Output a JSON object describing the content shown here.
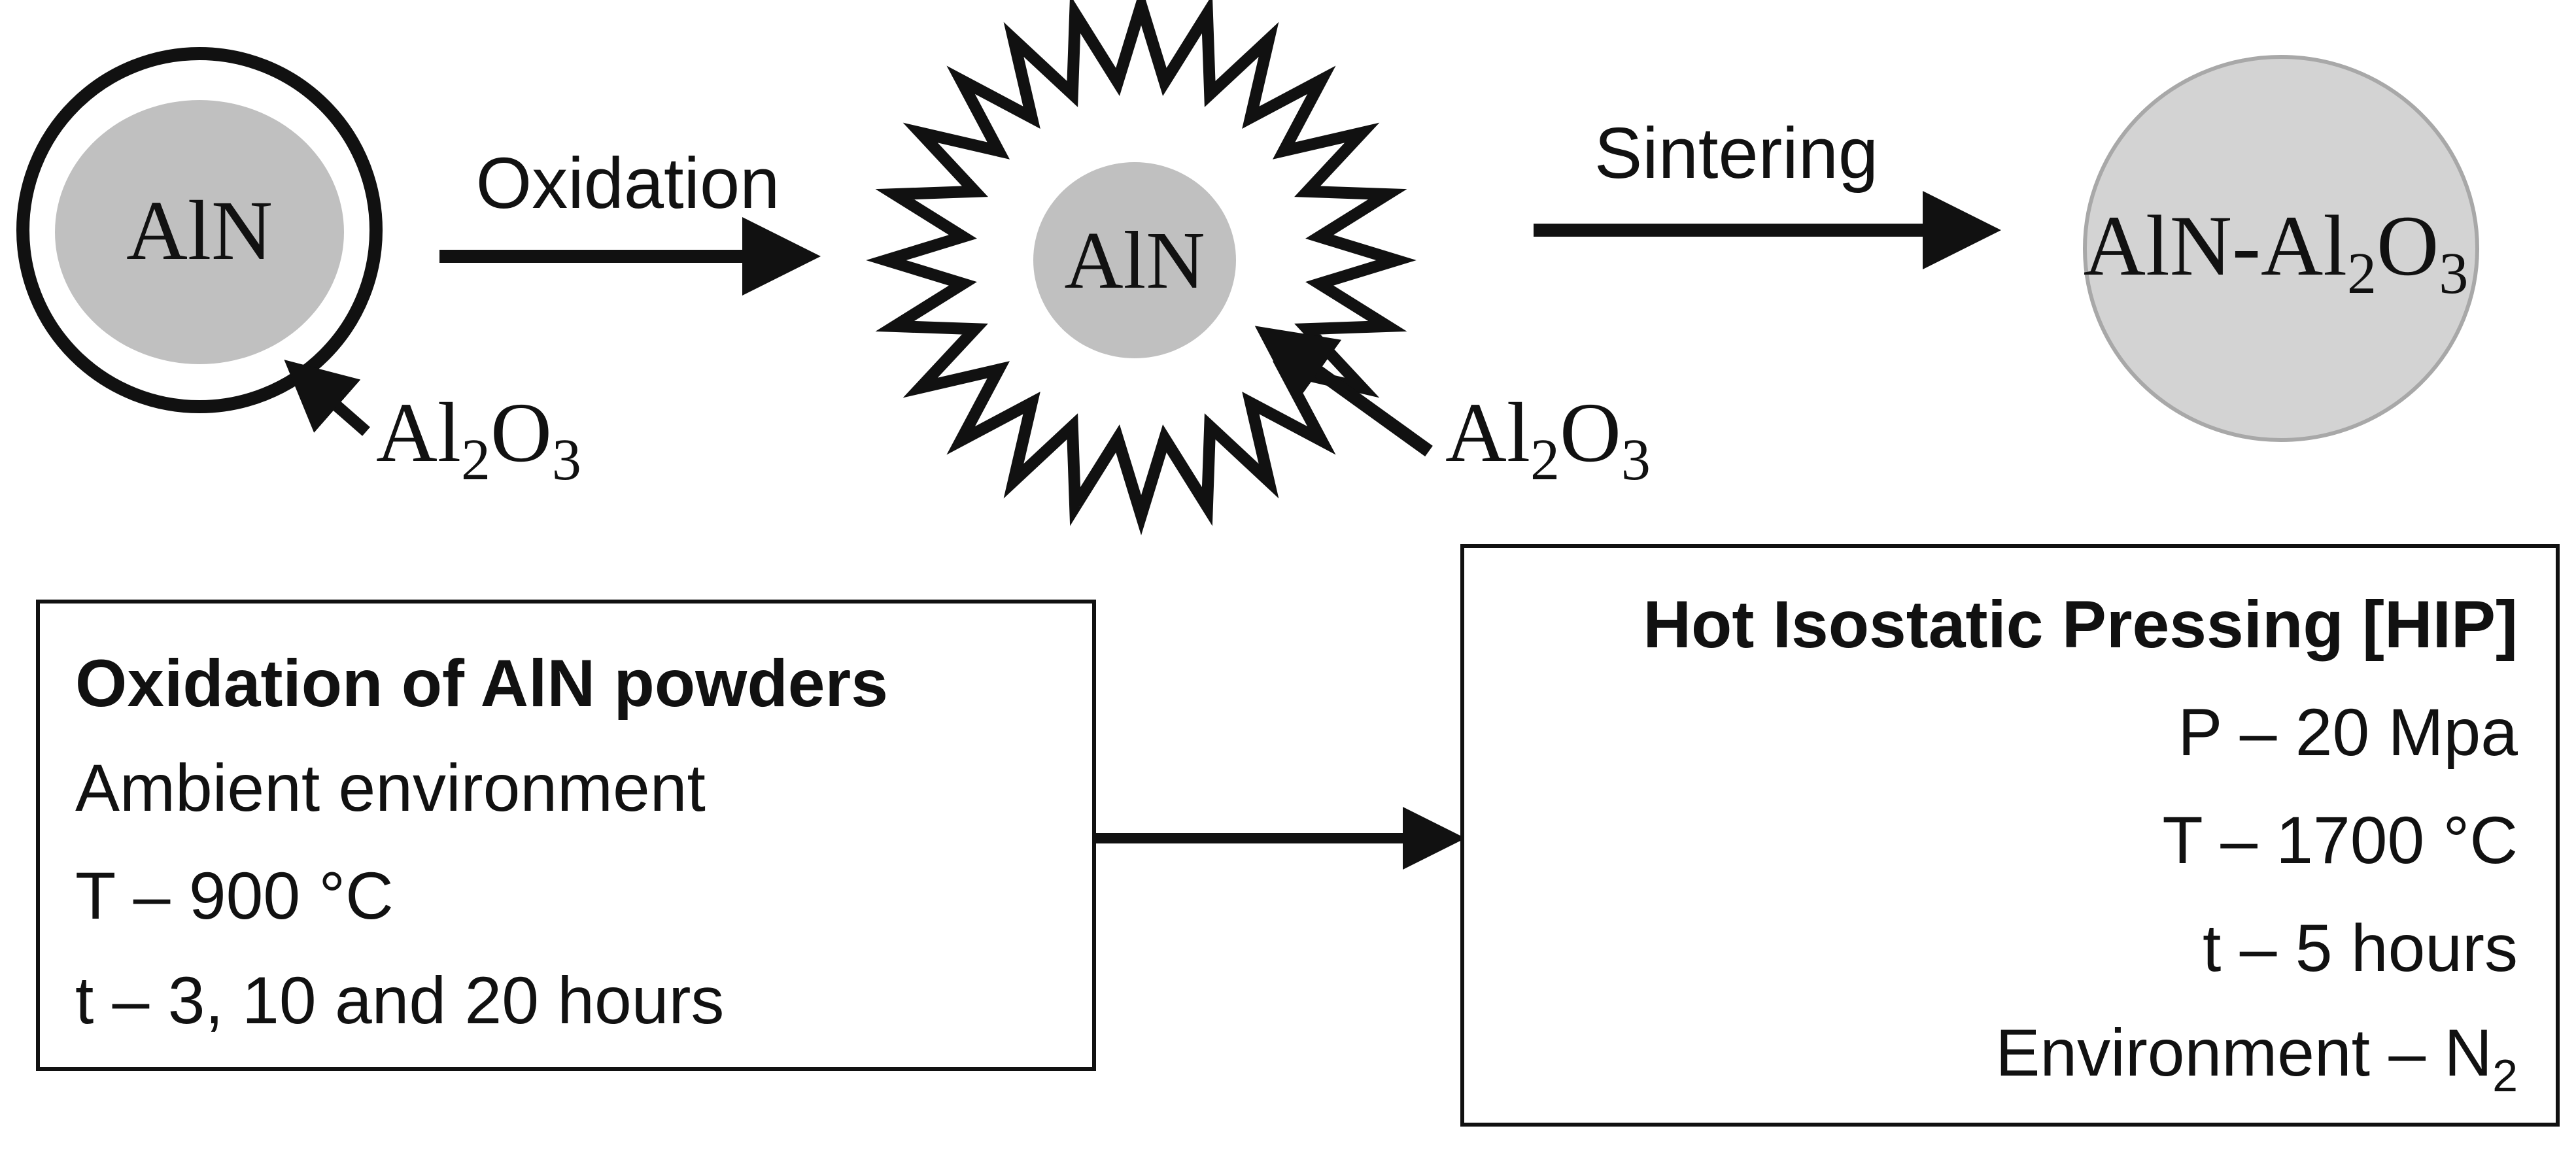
{
  "particle_stages": {
    "initial": {
      "core_label": "AlN",
      "shell_label_base": "Al",
      "shell_label_sub1": "2",
      "shell_label_mid": "O",
      "shell_label_sub2": "3"
    },
    "oxidized": {
      "core_label": "AlN",
      "shell_label_base": "Al",
      "shell_label_sub1": "2",
      "shell_label_mid": "O",
      "shell_label_sub2": "3"
    },
    "sintered": {
      "label_base": "AlN-Al",
      "label_sub1": "2",
      "label_mid": "O",
      "label_sub2": "3"
    }
  },
  "arrows": {
    "oxidation_label": "Oxidation",
    "sintering_label": "Sintering"
  },
  "oxidation_box": {
    "title": "Oxidation of AlN powders",
    "lines": [
      "Ambient environment",
      "T – 900 °C",
      "t – 3, 10 and 20 hours"
    ]
  },
  "hip_box": {
    "title": "Hot Isostatic Pressing [HIP]",
    "lines": [
      "P – 20 Mpa",
      "T – 1700 °C",
      "t – 5 hours"
    ],
    "env_base": "Environment – N",
    "env_sub": "2"
  },
  "colors": {
    "ink": "#111111",
    "core_fill": "#c0c0c0",
    "sintered_fill": "#d3d3d3",
    "sintered_stroke": "#a8a8a8"
  }
}
